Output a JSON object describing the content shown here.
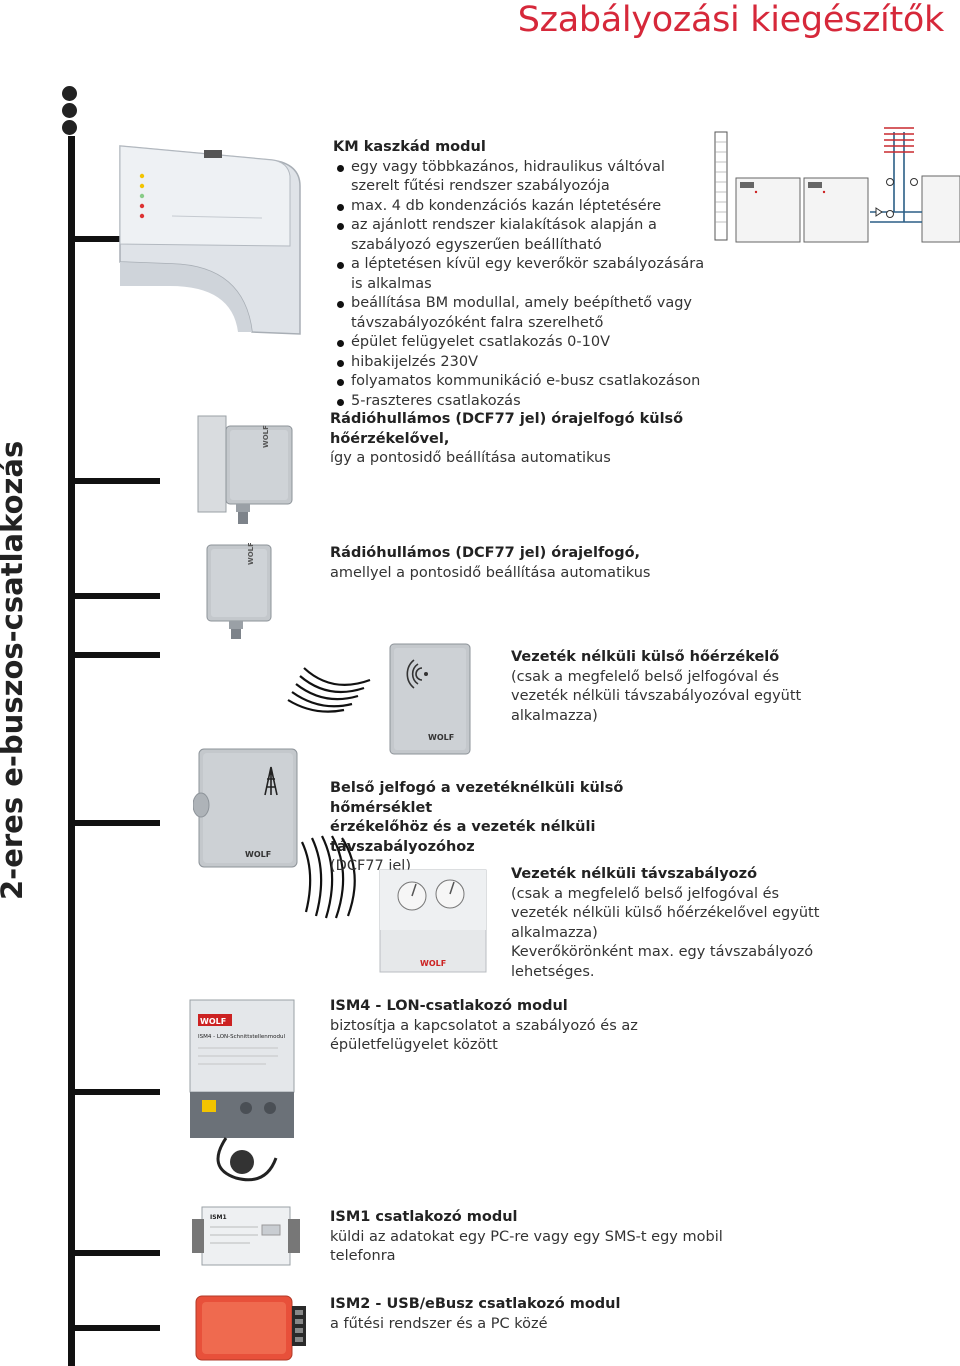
{
  "page": {
    "title": "Szabályozási kiegészítők",
    "side_label": "2-eres e-buszos-csatlakozás"
  },
  "km": {
    "heading": "KM kaszkád modul",
    "bullets": [
      "egy vagy többkazános, hidraulikus váltóval szerelt fűtési rendszer szabályozója",
      "max. 4 db kondenzációs kazán léptetésére",
      "az ajánlott rendszer kialakítások alapján a szabályozó egyszerűen beállítható",
      "a léptetésen kívül egy keverőkör szabályozására is alkalmas",
      "beállítása BM modullal, amely beépíthető vagy távszabályozóként falra szerelhető",
      "épület felügyelet csatlakozás 0-10V",
      "hibakijelzés 230V",
      "folyamatos kommunikáció e-busz csatlakozáson",
      "5-raszteres csatlakozás"
    ]
  },
  "dcf_outdoor": {
    "heading": "Rádióhullámos (DCF77 jel) órajelfogó külső hőérzékelővel,",
    "text": "így a pontosidő beállítása automatikus"
  },
  "dcf": {
    "heading": "Rádióhullámos (DCF77 jel) órajelfogó,",
    "text": "amellyel a pontosidő beállítása automatikus"
  },
  "wireless_sensor": {
    "heading": "Vezeték nélküli külső hőérzékelő",
    "line1": "(csak a megfelelő belső jelfogóval és",
    "line2": "vezeték nélküli távszabályozóval együtt alkalmazza)"
  },
  "receiver": {
    "line1": "Belső jelfogó a vezetéknélküli külső hőmérséklet",
    "line2": "érzékelőhöz és a vezeték nélküli távszabályozóhoz",
    "line3": "(DCF77 jel)"
  },
  "wireless_remote": {
    "heading": "Vezeték nélküli távszabályozó",
    "line1": "(csak a megfelelő belső jelfogóval és",
    "line2": "vezeték nélküli külső hőérzékelővel együtt alkalmazza)",
    "line3": "Keverőkörönként max. egy távszabályozó lehetséges."
  },
  "ism4": {
    "heading": "ISM4 - LON-csatlakozó modul",
    "line1": "biztosítja a kapcsolatot a szabályozó és az",
    "line2": "épületfelügyelet között",
    "device_title": "ISM4 - LON-Schnittstellenmodul"
  },
  "ism1": {
    "heading": "ISM1 csatlakozó modul",
    "text": "küldi az adatokat egy PC-re vagy egy SMS-t egy mobil telefonra",
    "device_title": "ISM1"
  },
  "ism2": {
    "heading": "ISM2 - USB/eBusz csatlakozó modul",
    "text": "a fűtési rendszer és a PC közé"
  },
  "brand": "WOLF",
  "colors": {
    "title": "#d6283a",
    "spine": "#111111",
    "device_grey": "#c9cdd2",
    "ism2_red": "#e8503a"
  }
}
